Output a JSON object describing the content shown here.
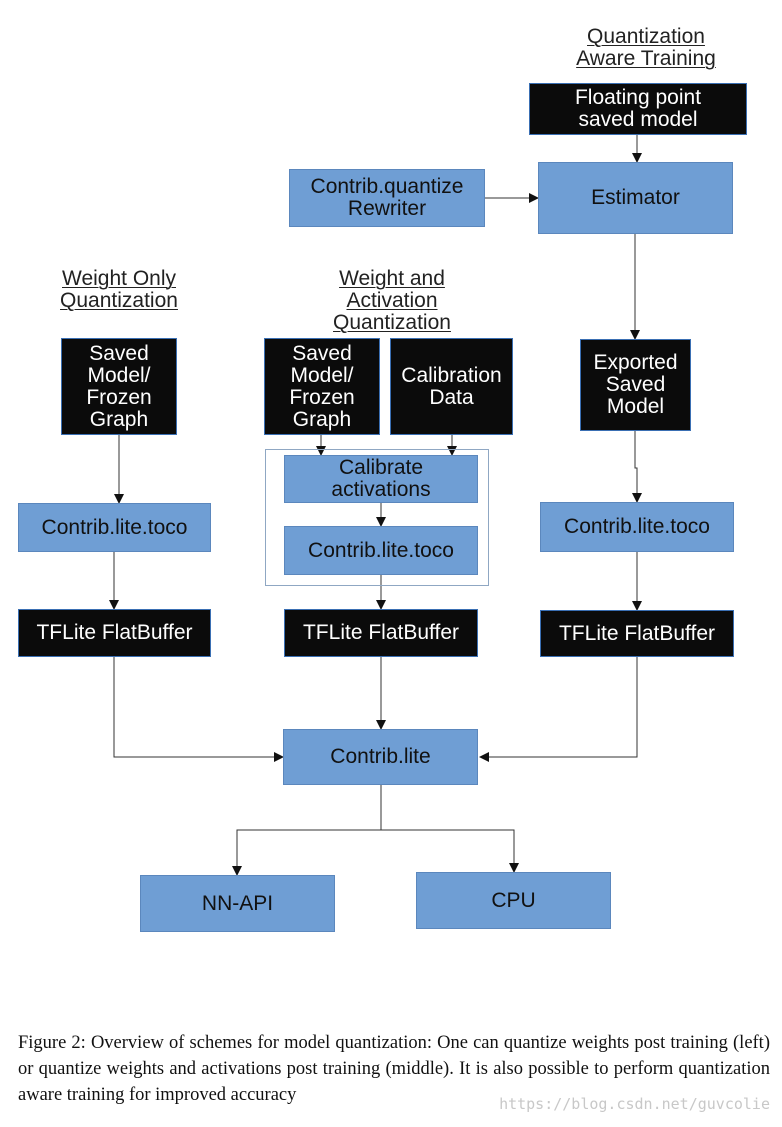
{
  "headings": {
    "qat": "Quantization\nAware Training",
    "weight_only": "Weight Only\nQuantization",
    "weight_activation": "Weight and\nActivation\nQuantization"
  },
  "nodes": {
    "floating_point": "Floating point\nsaved model",
    "estimator": "Estimator",
    "rewriter": "Contrib.quantize\nRewriter",
    "exported": "Exported\nSaved\nModel",
    "left_saved": "Saved\nModel/\nFrozen\nGraph",
    "mid_saved": "Saved\nModel/\nFrozen\nGraph",
    "calibration_data": "Calibration\nData",
    "calibrate": "Calibrate\nactivations",
    "left_toco": "Contrib.lite.toco",
    "mid_toco": "Contrib.lite.toco",
    "right_toco": "Contrib.lite.toco",
    "left_flatbuffer": "TFLite FlatBuffer",
    "mid_flatbuffer": "TFLite FlatBuffer",
    "right_flatbuffer": "TFLite FlatBuffer",
    "contrib_lite": "Contrib.lite",
    "nnapi": "NN-API",
    "cpu": "CPU"
  },
  "caption": "Figure 2: Overview of schemes for model quantization: One can quantize weights post training (left) or quantize weights and activations post training (middle). It is also possible to perform quantization aware training for improved accuracy",
  "watermark": "https://blog.csdn.net/guvcolie",
  "colors": {
    "blue_box": "#6f9ed4",
    "black_box": "#0b0b0b",
    "wire": "#333333"
  }
}
